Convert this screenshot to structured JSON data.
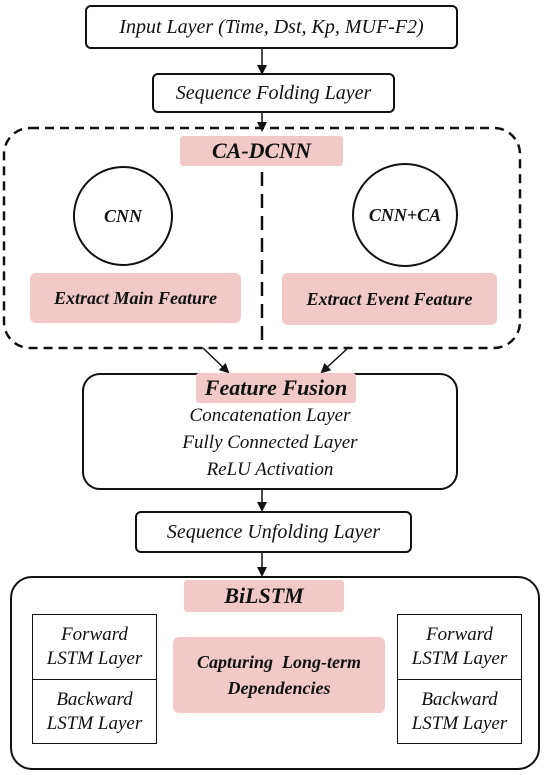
{
  "input_layer": "Input Layer (Time, Dst, Kp, MUF-F2)",
  "sequence_folding": "Sequence Folding Layer",
  "cadcnn": {
    "title": "CA-DCNN",
    "left_circle": "CNN",
    "right_circle": "CNN+CA",
    "left_label": "Extract Main Feature",
    "right_label": "Extract Event Feature"
  },
  "feature_fusion": {
    "title": "Feature Fusion",
    "lines": [
      "Concatenation Layer",
      "Fully Connected Layer",
      "ReLU Activation"
    ]
  },
  "sequence_unfolding": "Sequence Unfolding Layer",
  "bilstm": {
    "title": "BiLSTM",
    "center_label_1": "Capturing  Long-term",
    "center_label_2": "Dependencies",
    "left_forward": [
      "Forward",
      "LSTM Layer"
    ],
    "left_backward": [
      "Backward",
      "LSTM Layer"
    ],
    "right_forward": [
      "Forward",
      "LSTM Layer"
    ],
    "right_backward": [
      "Backward",
      "LSTM Layer"
    ]
  }
}
